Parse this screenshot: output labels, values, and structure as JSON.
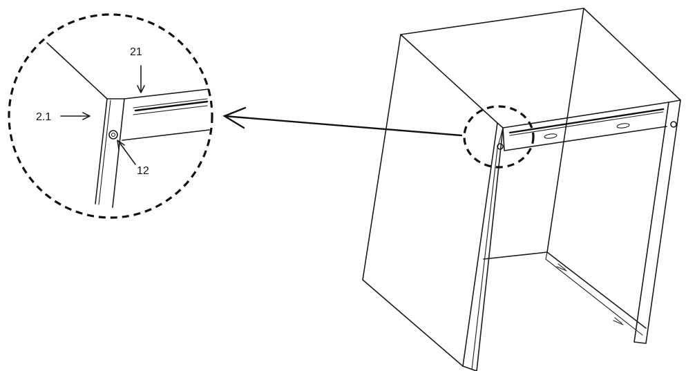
{
  "labels": {
    "part_21": "21",
    "part_2_1": "2.1",
    "part_12": "12"
  },
  "colors": {
    "line": "#1a1a1a",
    "background": "#ffffff"
  }
}
